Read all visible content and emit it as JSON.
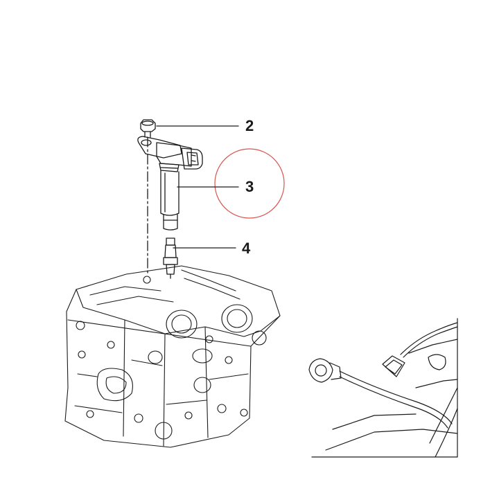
{
  "diagram": {
    "callouts": [
      {
        "id": "2",
        "label": "2",
        "part": "coil-retaining-bolt"
      },
      {
        "id": "3",
        "label": "3",
        "part": "ignition-coil",
        "highlighted": true
      },
      {
        "id": "4",
        "label": "4",
        "part": "spark-plug"
      }
    ],
    "colors": {
      "line": "#1a1a1a",
      "highlight_circle": "#d9534f",
      "background": "#ffffff"
    }
  }
}
